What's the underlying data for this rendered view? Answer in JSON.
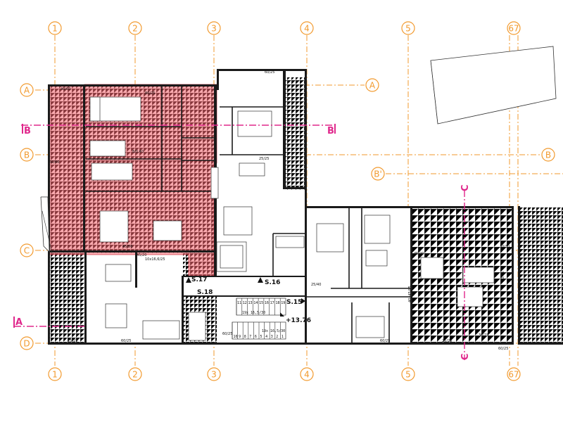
{
  "grid": {
    "columns": [
      "1",
      "2",
      "3",
      "4",
      "5",
      "6",
      "7"
    ],
    "rows_left": [
      "A",
      "B",
      "C",
      "D"
    ],
    "rows_right": [
      "A",
      "B",
      "B'"
    ]
  },
  "sections": {
    "b_left": "B",
    "b_right": "B",
    "a_bottom": "A",
    "c_top": "C",
    "c_bottom": "C"
  },
  "stairs": {
    "s17": "S.17",
    "s18": "S.18",
    "s16": "S.16",
    "s15": "S.15",
    "elevation": "+13.76",
    "upper_steps": [
      "11",
      "12",
      "13",
      "14",
      "15",
      "16",
      "17",
      "18",
      "19"
    ],
    "lower_steps": [
      "10",
      "9",
      "8",
      "7",
      "6",
      "5",
      "4",
      "3",
      "2",
      "1"
    ],
    "upper_note": "19x 16,5/30",
    "lower_note": "19x 16,5/30"
  },
  "dimensions": {
    "top_left": "40/60",
    "bed1_top": "80/25",
    "mid_b": "8/0,40",
    "left_b": "60/60",
    "c_row": "45/50",
    "c_row_small": "45/20",
    "core_top": "25/25",
    "stair_label": "10x16,6/25",
    "corridor": "25/40",
    "col_5_vert": "40x45/65",
    "col_6_vert": "60x45/65",
    "col_7_vert": "30/65",
    "wall_45": "45/20",
    "top_mid": "60/25",
    "d_row_1": "25/25",
    "d_row_2": "60/25",
    "d_row_3": "60/25",
    "d_row_4": "60/25",
    "d_row_5": "25/25",
    "d_row_6": "60/25",
    "d_row_7": "30/25",
    "right_box": "30/30"
  }
}
